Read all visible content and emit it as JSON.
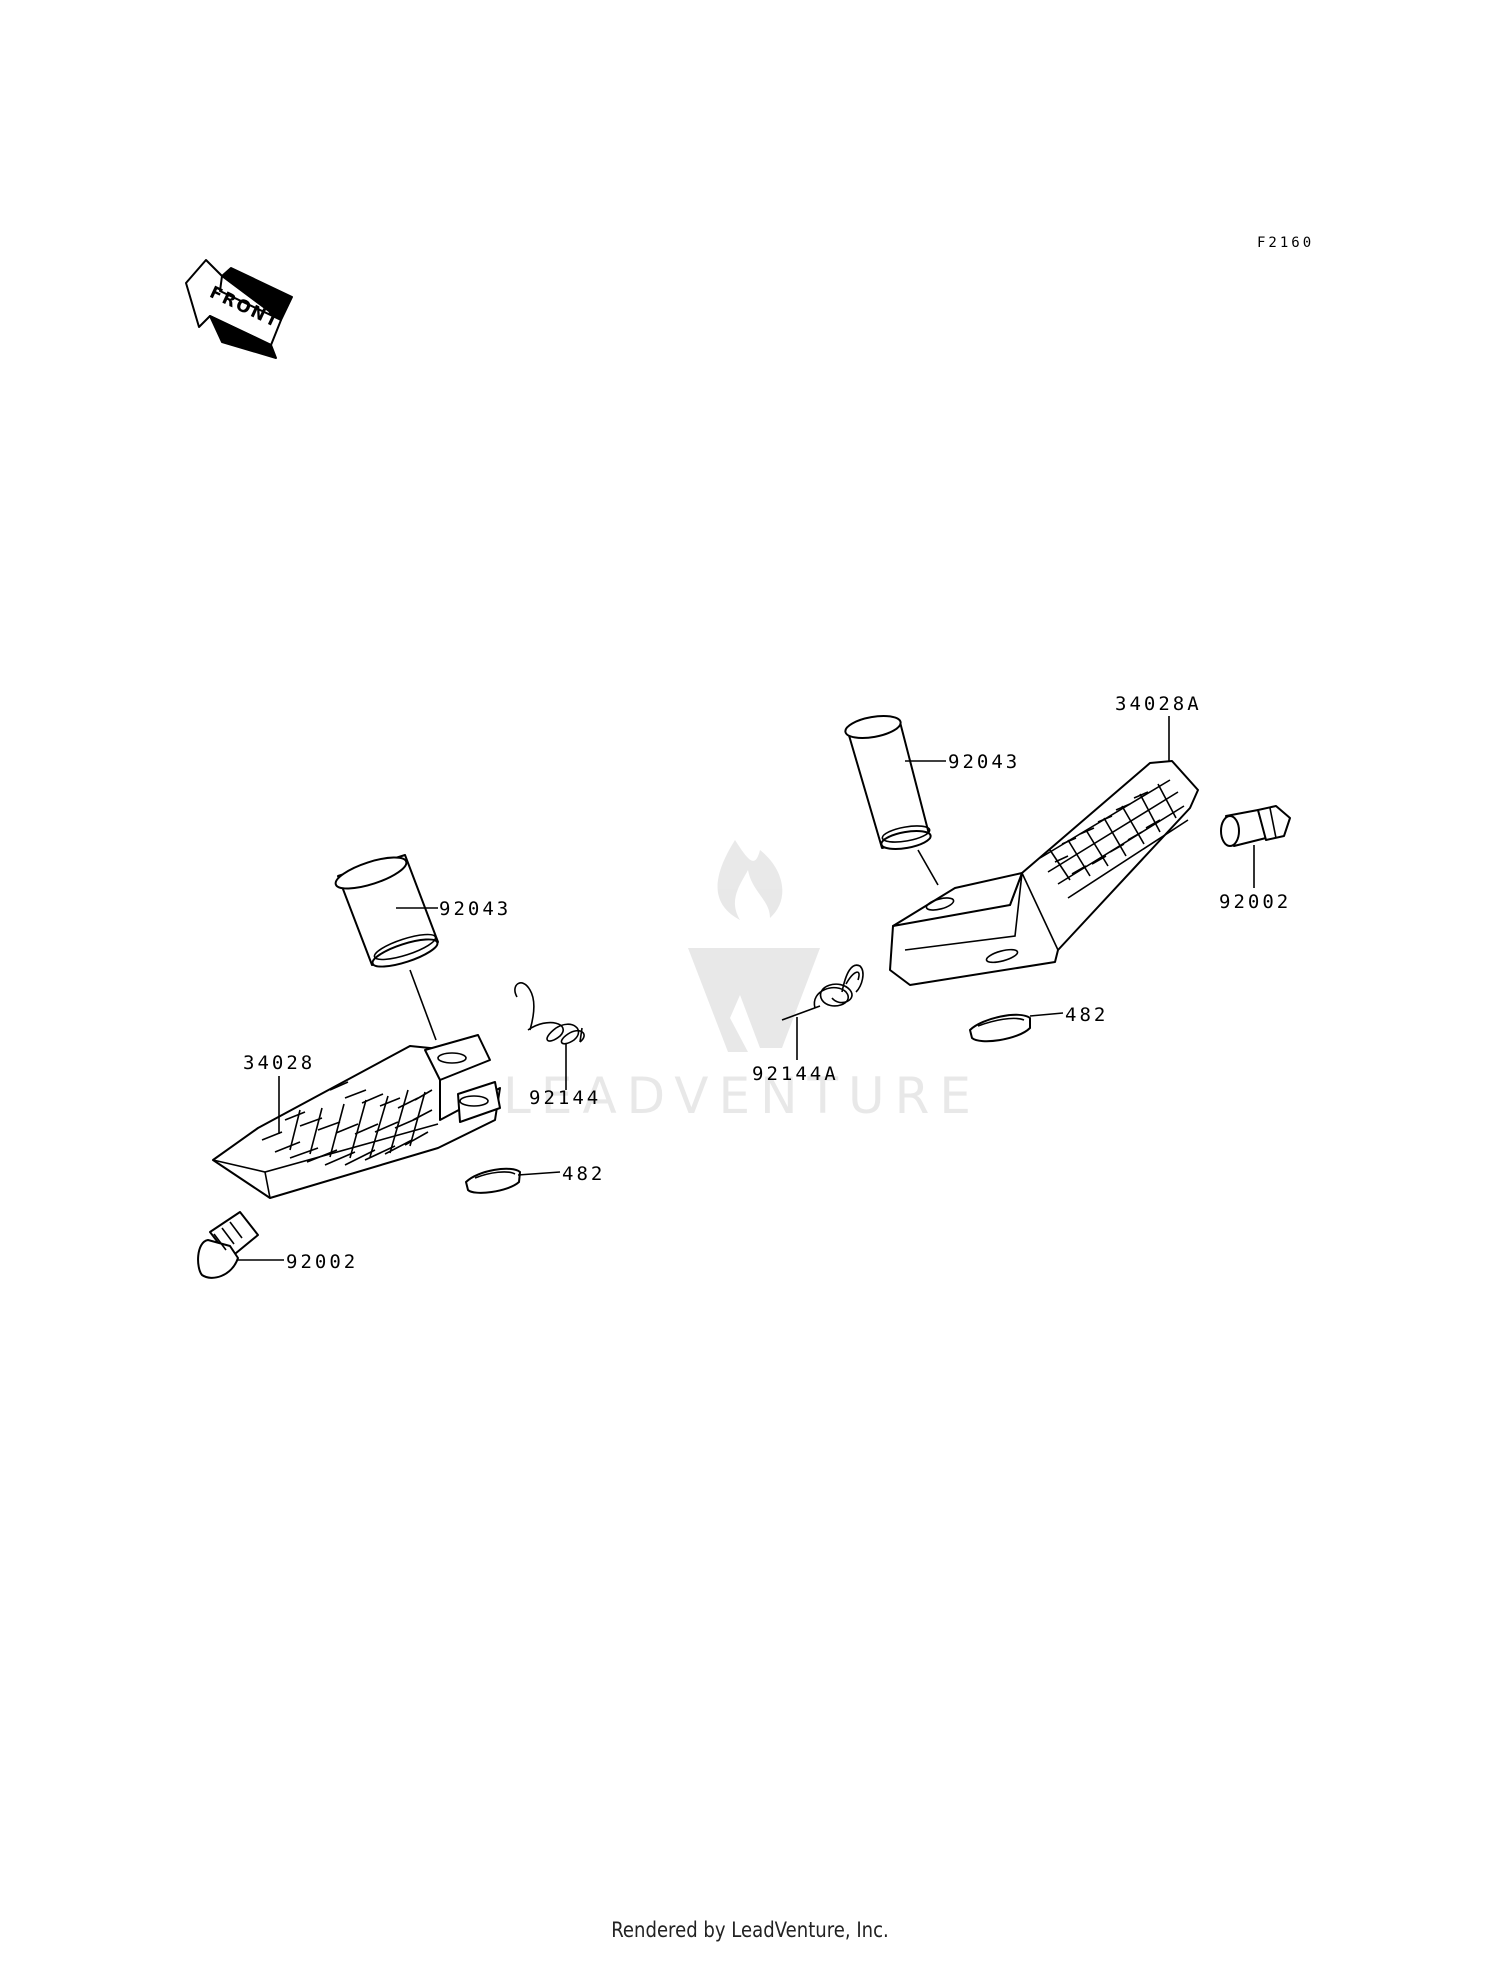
{
  "figure_code": "F2160",
  "front_arrow_text": "FRONT",
  "watermark_text": "LEADVENTURE",
  "footer": "Rendered by LeadVenture, Inc.",
  "callouts": {
    "left_pin": "92043",
    "left_step": "34028",
    "left_spring": "92144",
    "left_clip": "482",
    "left_bolt": "92002",
    "right_step": "34028A",
    "right_pin": "92043",
    "right_bolt": "92002",
    "right_clip": "482",
    "right_spring": "92144A"
  }
}
